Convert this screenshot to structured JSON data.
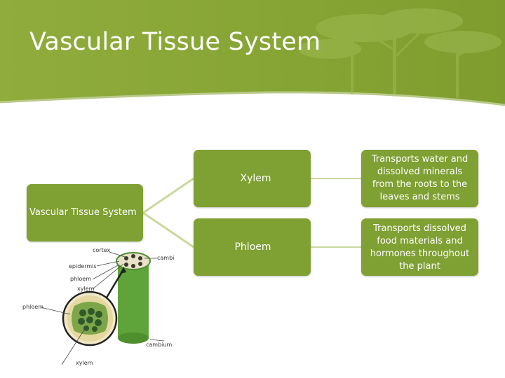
{
  "slide": {
    "title": "Vascular Tissue System"
  },
  "hierarchy": {
    "root": "Vascular Tissue System",
    "children": [
      {
        "name": "Xylem",
        "description": "Transports water and dissolved minerals from the roots to the leaves and stems"
      },
      {
        "name": "Phloem",
        "description": "Transports dissolved food materials and hormones throughout the plant"
      }
    ]
  },
  "diagram_labels": {
    "cortex": "cortex",
    "epidermis": "epidermis",
    "phloem_inner": "phloem",
    "xylem_inner": "xylem",
    "cambium_top": "cambium",
    "phloem_outer": "phloem",
    "cambium_bottom": "cambium",
    "xylem_bottom": "xylem"
  },
  "colors": {
    "banner_green": "#8aa83a",
    "box_green": "#7fa032",
    "connector": "#c8d89e"
  }
}
